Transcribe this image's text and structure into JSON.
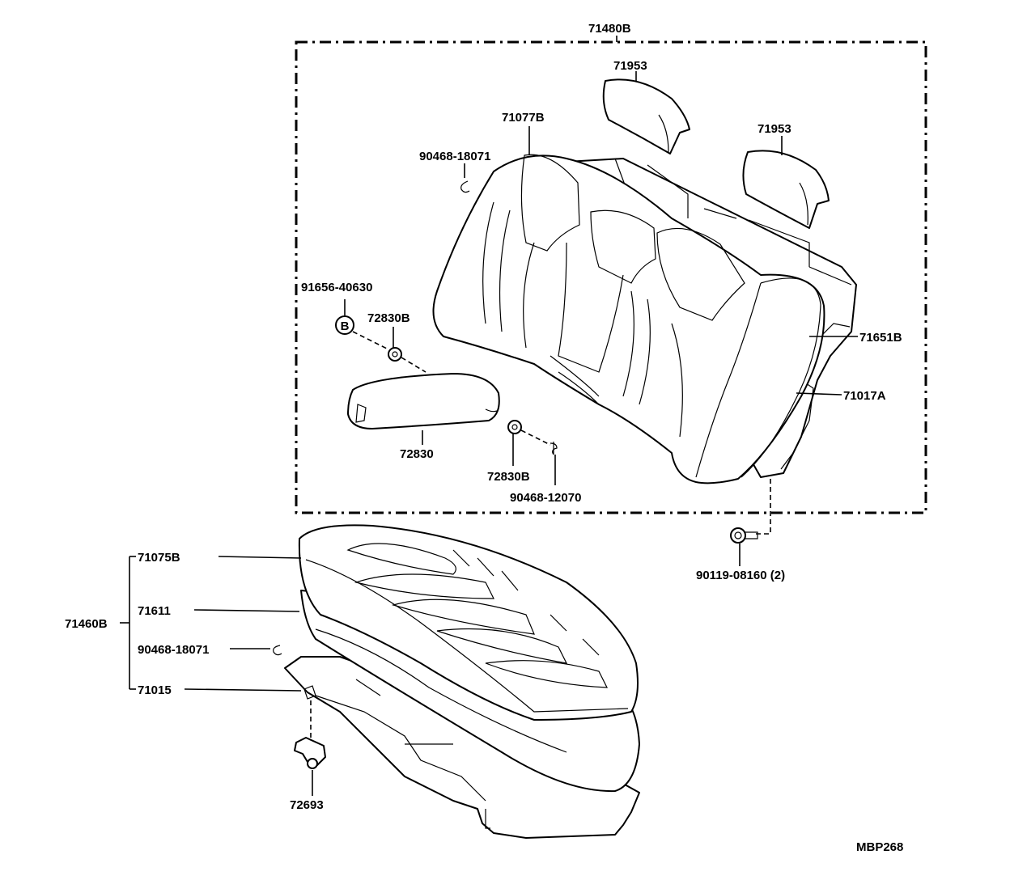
{
  "labels": {
    "assy_back": "71480B",
    "headrest_left": "71953",
    "headrest_right": "71953",
    "back_cover": "71077B",
    "hog_ring_back": "90468-18071",
    "clip_screw": "91656-40630",
    "clip_marker": "B",
    "armrest_hinge_top": "72830B",
    "armrest": "72830",
    "armrest_hinge_bottom": "72830B",
    "clip_bottom": "90468-12070",
    "back_pad": "71651B",
    "back_frame": "71017A",
    "bolt": "90119-08160 (2)",
    "assy_cushion": "71460B",
    "cushion_cover": "71075B",
    "cushion_pad": "71611",
    "hog_ring_cushion": "90468-18071",
    "cushion_frame": "71015",
    "lock_hook": "72693",
    "drawing_id": "MBP268"
  }
}
